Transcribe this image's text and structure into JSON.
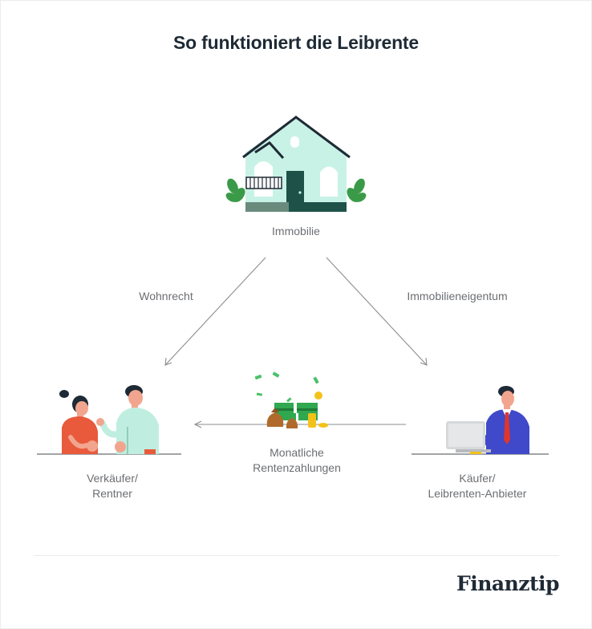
{
  "title": "So funktioniert die Leibrente",
  "nodes": {
    "property": {
      "label": "Immobilie"
    },
    "seller": {
      "line1": "Verkäufer/",
      "line2": "Rentner"
    },
    "buyer": {
      "line1": "Käufer/",
      "line2": "Leibrenten-Anbieter"
    }
  },
  "flows": {
    "residence_right": "Wohnrecht",
    "property_ownership": "Immobilieneigentum",
    "payments_line1": "Monatliche",
    "payments_line2": "Rentenzahlungen"
  },
  "brand": "Finanztip",
  "colors": {
    "house": "#c9f2e6",
    "roof": "#1e2a35",
    "plant": "#3a9a48",
    "money": "#2fa84f",
    "coin": "#f3c21a",
    "shirt_red": "#e85a3b",
    "shirt_mint": "#bfeee0",
    "suit_blue": "#3f49c9"
  }
}
